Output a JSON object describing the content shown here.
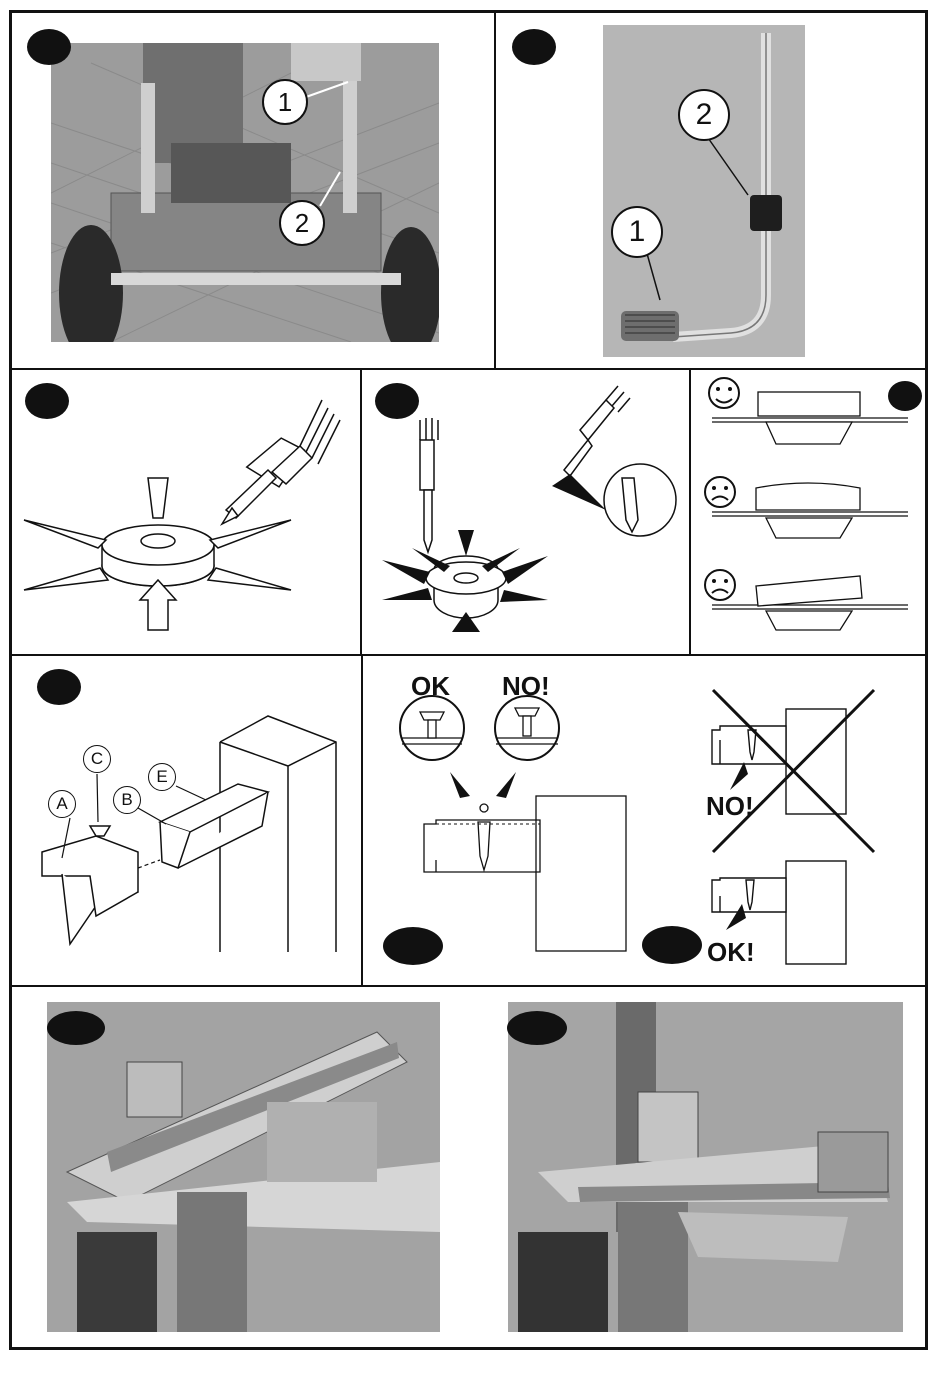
{
  "panel1": {
    "callout_1": "1",
    "callout_2": "2"
  },
  "panel2": {
    "callout_1": "1",
    "callout_2": "2"
  },
  "panel7": {
    "label_a": "A",
    "label_b": "B",
    "label_c": "C",
    "label_e": "E"
  },
  "panel8": {
    "ok_label": "OK",
    "no_label": "NO!"
  },
  "panel9": {
    "no_label": "NO!",
    "ok_label": "OK!"
  },
  "colors": {
    "ink": "#111111",
    "photo_gray": "#9a9a9a",
    "paper": "#ffffff"
  }
}
